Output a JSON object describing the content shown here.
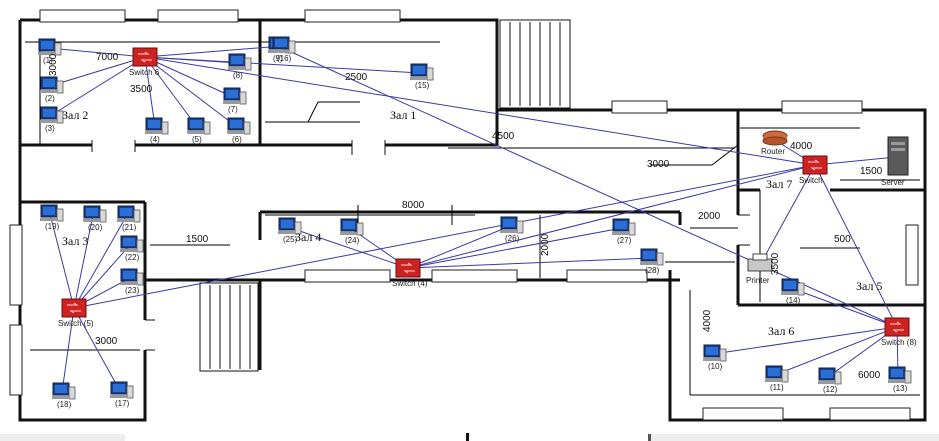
{
  "colors": {
    "link": "#3a3aa8",
    "switch": "#cc2222",
    "router": "#d06a3c",
    "monitor": "#2a6fd6"
  },
  "halls": [
    {
      "id": "hall1",
      "label": "Зал 1"
    },
    {
      "id": "hall2",
      "label": "Зал 2"
    },
    {
      "id": "hall3",
      "label": "Зал 3"
    },
    {
      "id": "hall4",
      "label": "Зал 4"
    },
    {
      "id": "hall5",
      "label": "Зал 5"
    },
    {
      "id": "hall6",
      "label": "Зал 6"
    },
    {
      "id": "hall7",
      "label": "Зал 7"
    }
  ],
  "switches": [
    {
      "id": "sw6",
      "label": "Switch 6"
    },
    {
      "id": "sw7",
      "label": "Switch"
    },
    {
      "id": "sw4",
      "label": "Switch (4)"
    },
    {
      "id": "sw5",
      "label": "Switch (5)"
    },
    {
      "id": "sw8",
      "label": "Switch (8)"
    }
  ],
  "devices": {
    "router": "Router",
    "server": "Server",
    "printer": "Printer"
  },
  "computers": [
    {
      "id": "pc1",
      "label": "(1)"
    },
    {
      "id": "pc2",
      "label": "(2)"
    },
    {
      "id": "pc3",
      "label": "(3)"
    },
    {
      "id": "pc4",
      "label": "(4)"
    },
    {
      "id": "pc5",
      "label": "(5)"
    },
    {
      "id": "pc6",
      "label": "(6)"
    },
    {
      "id": "pc7",
      "label": "(7)"
    },
    {
      "id": "pc8",
      "label": "(8)"
    },
    {
      "id": "pc9",
      "label": "(9)"
    },
    {
      "id": "pc10",
      "label": "(10)"
    },
    {
      "id": "pc11",
      "label": "(11)"
    },
    {
      "id": "pc12",
      "label": "(12)"
    },
    {
      "id": "pc13",
      "label": "(13)"
    },
    {
      "id": "pc14",
      "label": "(14)"
    },
    {
      "id": "pc15",
      "label": "(15)"
    },
    {
      "id": "pc16",
      "label": "(16)"
    },
    {
      "id": "pc17",
      "label": "(17)"
    },
    {
      "id": "pc18",
      "label": "(18)"
    },
    {
      "id": "pc19",
      "label": "(19)"
    },
    {
      "id": "pc20",
      "label": "(20)"
    },
    {
      "id": "pc21",
      "label": "(21)"
    },
    {
      "id": "pc22",
      "label": "(22)"
    },
    {
      "id": "pc23",
      "label": "(23)"
    },
    {
      "id": "pc24",
      "label": "(24)"
    },
    {
      "id": "pc25",
      "label": "(25)"
    },
    {
      "id": "pc26",
      "label": "(26)"
    },
    {
      "id": "pc27",
      "label": "(27)"
    },
    {
      "id": "pc28",
      "label": "(28)"
    }
  ],
  "dimensions": [
    {
      "id": "d7000",
      "text": "7000"
    },
    {
      "id": "d3000a",
      "text": "3000"
    },
    {
      "id": "d3500",
      "text": "3500"
    },
    {
      "id": "d2500",
      "text": "2500"
    },
    {
      "id": "d4500",
      "text": "4500"
    },
    {
      "id": "d3000b",
      "text": "3000"
    },
    {
      "id": "d4000",
      "text": "4000"
    },
    {
      "id": "d1500a",
      "text": "1500"
    },
    {
      "id": "d8000",
      "text": "8000"
    },
    {
      "id": "d2000a",
      "text": "2000"
    },
    {
      "id": "d1500b",
      "text": "1500"
    },
    {
      "id": "d2000b",
      "text": "2000"
    },
    {
      "id": "d500",
      "text": "500"
    },
    {
      "id": "d3000c",
      "text": "3000"
    },
    {
      "id": "d6000",
      "text": "6000"
    },
    {
      "id": "d4000b",
      "text": "4000"
    },
    {
      "id": "d3500b",
      "text": "3500"
    }
  ]
}
